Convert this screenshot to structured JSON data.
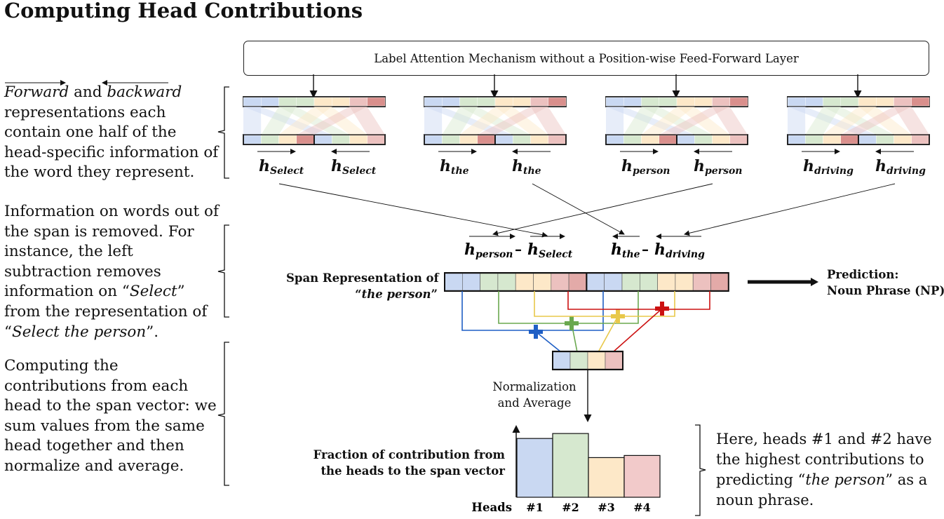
{
  "title": "Computing Head Contributions",
  "left_panel": {
    "p1": {
      "forward": "Forward",
      "and": " and ",
      "backward": "backward",
      "rest": " representations each contain one half of the head-specific information of the word they represent."
    },
    "p2": {
      "a": "Information on words out of the span is removed. For instance, the left subtraction removes information on “",
      "select": "Select",
      "b": "” from the representation of “",
      "phrase": "Select the person",
      "c": "”."
    },
    "p3": "Computing the contributions from each head to the span vector: we sum values from the same head together and then normalize and average."
  },
  "mechanism_label": "Label Attention Mechanism without a Position-wise Feed-Forward Layer",
  "words": [
    {
      "h": "h",
      "sub": "Select"
    },
    {
      "h": "h",
      "sub": "the"
    },
    {
      "h": "h",
      "sub": "person"
    },
    {
      "h": "h",
      "sub": "driving"
    }
  ],
  "subtractions": {
    "left": {
      "a_sub": "person",
      "b_sub": "Select",
      "minus": "–"
    },
    "right": {
      "a_sub": "the",
      "b_sub": "driving",
      "minus": "–"
    }
  },
  "span_label": {
    "line1": "Span Representation of",
    "line2_q1": "“",
    "line2_it": "the person",
    "line2_q2": "”"
  },
  "prediction": {
    "line1": "Prediction:",
    "line2": "Noun Phrase (NP)"
  },
  "norm_label": {
    "line1": "Normalization",
    "line2": "and Average"
  },
  "chart_label": {
    "line1": "Fraction of contribution from",
    "line2": "the heads to the span vector"
  },
  "right_text": {
    "a": "Here, heads #1 and #2 have the highest contributions to predicting “",
    "it": "the person",
    "b": "” as a noun phrase."
  },
  "colors": {
    "head1": "#c9d8f2",
    "head1_dark": "#1f5fc5",
    "head2": "#d6e8cf",
    "head2_dark": "#6aa84f",
    "head3": "#fde8c8",
    "head3_dark": "#e8c84a",
    "head4": "#ecc1bf",
    "head4_dark": "#cc1111"
  },
  "chart_data": {
    "type": "bar",
    "xlabel": "Heads",
    "categories": [
      "#1",
      "#2",
      "#3",
      "#4"
    ],
    "values": [
      0.83,
      0.9,
      0.56,
      0.59
    ],
    "ylim": [
      0,
      1
    ],
    "colors": [
      "#c9d8f2",
      "#d6e8cf",
      "#fde8c8",
      "#f2caca"
    ]
  }
}
